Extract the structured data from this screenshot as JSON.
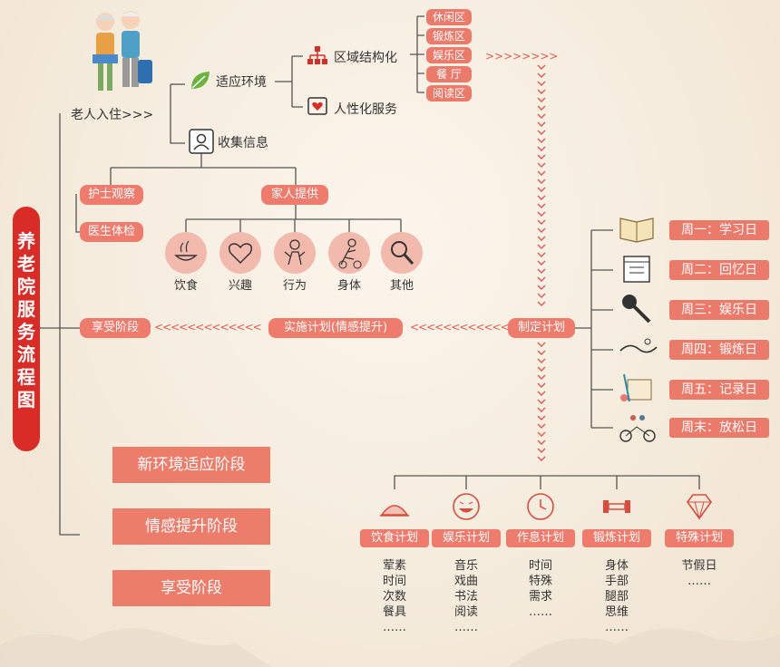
{
  "title_chars": [
    "养",
    "老",
    "院",
    "服",
    "务",
    "流",
    "程",
    "图"
  ],
  "entry": "老人入住>>>",
  "adapt": {
    "label": "适应环境",
    "region": "区域结构化",
    "humanized": "人性化服务",
    "areas": [
      "休闲区",
      "锻炼区",
      "娱乐区",
      "餐 厅",
      "阅读区"
    ],
    "arrow_text": ">>>>>>>>"
  },
  "collect": {
    "label": "收集信息",
    "nurse": "护士观察",
    "doctor": "医生体检",
    "family": "家人提供",
    "items": [
      "饮食",
      "兴趣",
      "行为",
      "身体",
      "其他"
    ]
  },
  "flow": {
    "enjoy": "享受阶段",
    "implement": "实施计划(情感提升)",
    "make_plan": "制定计划",
    "arrow_left": "<<<<<<<<<<<<<"
  },
  "week": [
    "周一：学习日",
    "周二：回忆日",
    "周三：娱乐日",
    "周四：锻炼日",
    "周五：记录日",
    "周末：放松日"
  ],
  "stages": [
    "新环境适应阶段",
    "情感提升阶段",
    "享受阶段"
  ],
  "plans": [
    {
      "name": "饮食计划",
      "details": [
        "荤素",
        "时间",
        "次数",
        "餐具",
        "……"
      ]
    },
    {
      "name": "娱乐计划",
      "details": [
        "音乐",
        "戏曲",
        "书法",
        "阅读",
        "……"
      ]
    },
    {
      "name": "作息计划",
      "details": [
        "时间",
        "特殊",
        "需求",
        "……"
      ]
    },
    {
      "name": "锻炼计划",
      "details": [
        "身体",
        "手部",
        "腿部",
        "思维",
        "……"
      ]
    },
    {
      "name": "特殊计划",
      "details": [
        "节假日",
        "……"
      ]
    }
  ],
  "colors": {
    "accent": "#ec7a6a",
    "title": "#d92c27",
    "line": "#555555",
    "arrow": "#e25a4c"
  }
}
